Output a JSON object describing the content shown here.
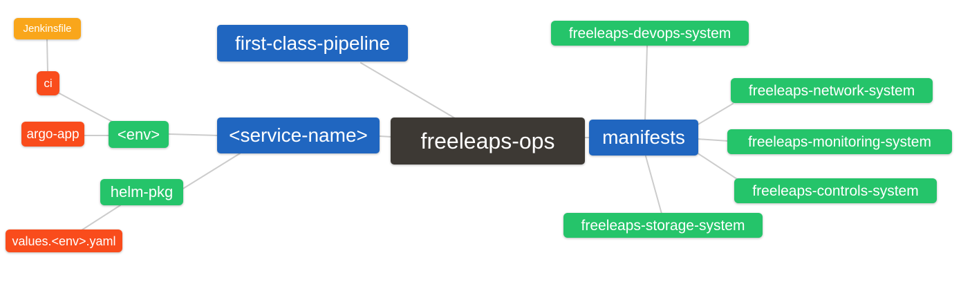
{
  "mindmap": {
    "root": {
      "label": "freeleaps-ops"
    },
    "nodes": {
      "jenkinsfile": {
        "label": "Jenkinsfile"
      },
      "ci": {
        "label": "ci"
      },
      "argo_app": {
        "label": "argo-app"
      },
      "env": {
        "label": "<env>"
      },
      "first_class_pipeline": {
        "label": "first-class-pipeline"
      },
      "service_name": {
        "label": "<service-name>"
      },
      "manifests": {
        "label": "manifests"
      },
      "helm_pkg": {
        "label": "helm-pkg"
      },
      "values_yaml": {
        "label": "values.<env>.yaml"
      },
      "devops_system": {
        "label": "freeleaps-devops-system"
      },
      "network_system": {
        "label": "freeleaps-network-system"
      },
      "monitoring_system": {
        "label": "freeleaps-monitoring-system"
      },
      "controls_system": {
        "label": "freeleaps-controls-system"
      },
      "storage_system": {
        "label": "freeleaps-storage-system"
      }
    },
    "edges": [
      [
        "Jenkinsfile",
        "ci"
      ],
      [
        "ci",
        "<env>"
      ],
      [
        "argo-app",
        "<env>"
      ],
      [
        "<env>",
        "<service-name>"
      ],
      [
        "first-class-pipeline",
        "freeleaps-ops"
      ],
      [
        "<service-name>",
        "freeleaps-ops"
      ],
      [
        "<service-name>",
        "helm-pkg"
      ],
      [
        "helm-pkg",
        "values.<env>.yaml"
      ],
      [
        "freeleaps-ops",
        "manifests"
      ],
      [
        "manifests",
        "freeleaps-devops-system"
      ],
      [
        "manifests",
        "freeleaps-network-system"
      ],
      [
        "manifests",
        "freeleaps-monitoring-system"
      ],
      [
        "manifests",
        "freeleaps-controls-system"
      ],
      [
        "manifests",
        "freeleaps-storage-system"
      ]
    ],
    "colors": {
      "root": "#3D3934",
      "branch": "#2066C0",
      "green": "#25C46A",
      "red": "#F94C1C",
      "orange": "#F9A61B",
      "edge": "#CCCCCC",
      "text": "#FFFFFF"
    }
  }
}
